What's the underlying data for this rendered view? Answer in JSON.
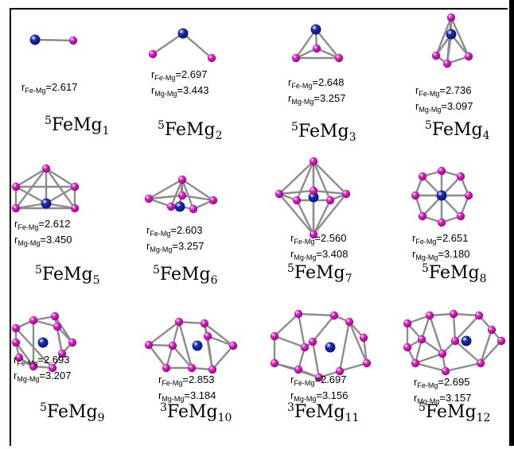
{
  "colors": {
    "fe": "#1a2fb4",
    "mg": "#e223c8",
    "bond": "#8c8c8c"
  },
  "r_prefix": "r",
  "sub_fe_mg": "Fe-Mg",
  "sub_mg_mg": "Mg-Mg",
  "clusters": [
    {
      "spin": "5",
      "name": "FeMg",
      "n": "1",
      "r_fe_mg": "=2.617",
      "r_mg_mg": ""
    },
    {
      "spin": "5",
      "name": "FeMg",
      "n": "2",
      "r_fe_mg": "=2.697",
      "r_mg_mg": "=3.443"
    },
    {
      "spin": "5",
      "name": "FeMg",
      "n": "3",
      "r_fe_mg": "=2.648",
      "r_mg_mg": "=3.257"
    },
    {
      "spin": "5",
      "name": "FeMg",
      "n": "4",
      "r_fe_mg": "=2.736",
      "r_mg_mg": "=3.097"
    },
    {
      "spin": "5",
      "name": "FeMg",
      "n": "5",
      "r_fe_mg": "=2.612",
      "r_mg_mg": "=3.450"
    },
    {
      "spin": "5",
      "name": "FeMg",
      "n": "6",
      "r_fe_mg": "=2.603",
      "r_mg_mg": "=3.257"
    },
    {
      "spin": "5",
      "name": "FeMg",
      "n": "7",
      "r_fe_mg": "=2.560",
      "r_mg_mg": "=3.408"
    },
    {
      "spin": "5",
      "name": "FeMg",
      "n": "8",
      "r_fe_mg": "=2.651",
      "r_mg_mg": "=3.180"
    },
    {
      "spin": "5",
      "name": "FeMg",
      "n": "9",
      "r_fe_mg": "=2.693",
      "r_mg_mg": "=3.207"
    },
    {
      "spin": "3",
      "name": "FeMg",
      "n": "10",
      "r_fe_mg": "=2.853",
      "r_mg_mg": "=3.184"
    },
    {
      "spin": "3",
      "name": "FeMg",
      "n": "11",
      "r_fe_mg": "=2.697",
      "r_mg_mg": "=3.156"
    },
    {
      "spin": "5",
      "name": "FeMg",
      "n": "12",
      "r_fe_mg": "=2.695",
      "r_mg_mg": "=3.157"
    }
  ]
}
